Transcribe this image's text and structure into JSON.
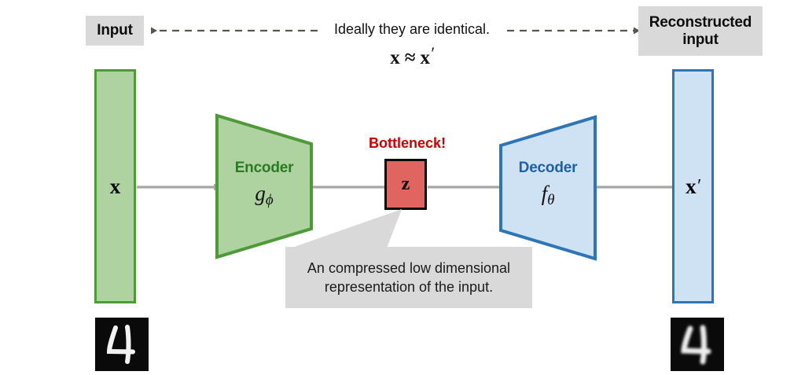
{
  "diagram": {
    "title": "Autoencoder architecture diagram",
    "top_labels": {
      "input": "Input",
      "reconstructed": "Reconstructed input"
    },
    "center_caption": {
      "text": "Ideally they are identical.",
      "equation_lhs": "x",
      "equation_op": "≈",
      "equation_rhs": "x",
      "equation_prime": "′"
    },
    "input_bar": {
      "label": "x",
      "fill_color": "#aed3a0",
      "border_color": "#4e9a38"
    },
    "output_bar": {
      "label": "x",
      "prime": "′",
      "fill_color": "#cfe2f3",
      "border_color": "#2e75b6"
    },
    "encoder": {
      "name": "Encoder",
      "function": "g",
      "subscript": "ϕ",
      "fill_color": "#aed3a0",
      "border_color": "#4e9a38",
      "text_color": "#2c7a25"
    },
    "decoder": {
      "name": "Decoder",
      "function": "f",
      "subscript": "θ",
      "fill_color": "#cfe2f3",
      "border_color": "#2e75b6",
      "text_color": "#1f5fa8"
    },
    "bottleneck": {
      "title": "Bottleneck!",
      "label": "z",
      "fill_color": "#e0645f",
      "border_color": "#0b0b0b",
      "title_color": "#cc0000"
    },
    "callout": {
      "text": "An compressed low dimensional representation of the input.",
      "fill_color": "#d9d9d9"
    },
    "digits": {
      "input_digit": "4",
      "output_digit": "4"
    },
    "arrows": {
      "dashed_left_direction": "left",
      "dashed_right_direction": "right",
      "flow_color": "#a6a6a6",
      "dashed_color": "#595550"
    }
  }
}
